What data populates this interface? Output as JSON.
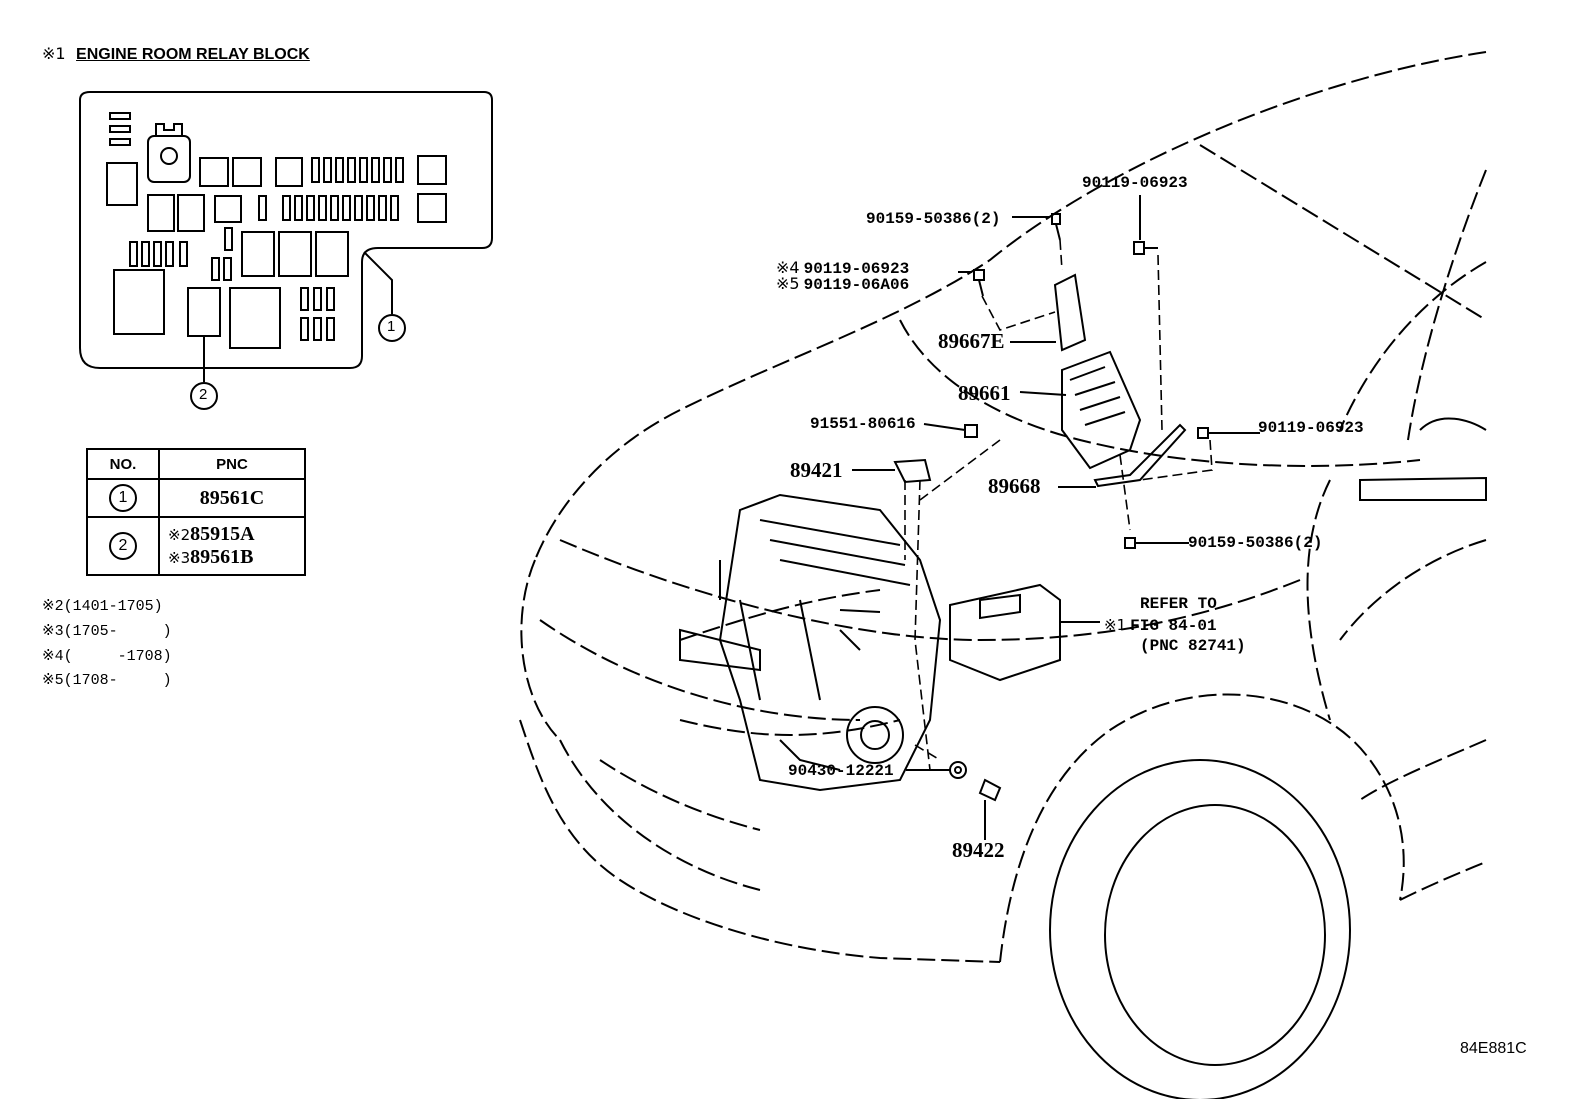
{
  "relay_block": {
    "mark": "※1",
    "title": "ENGINE ROOM RELAY BLOCK",
    "callouts": [
      "1",
      "2"
    ]
  },
  "pnc_table": {
    "headers": [
      "NO.",
      "PNC"
    ],
    "rows": [
      {
        "no": "1",
        "pnc": [
          {
            "mark": "",
            "value": "89561C"
          }
        ]
      },
      {
        "no": "2",
        "pnc": [
          {
            "mark": "※2",
            "value": "85915A"
          },
          {
            "mark": "※3",
            "value": "89561B"
          }
        ]
      }
    ]
  },
  "notes": [
    "※2(1401-1705)",
    "※3(1705-     )",
    "※4(     -1708)",
    "※5(1708-     )"
  ],
  "parts": {
    "p90119_top": "90119-06923",
    "p90159_top": "90159-50386(2)",
    "p4_mark": "※4",
    "p4": "90119-06923",
    "p5_mark": "※5",
    "p5": "90119-06A06",
    "p89667E": "89667E",
    "p89661": "89661",
    "p91551": "91551-80616",
    "p90119_right": "90119-06923",
    "p89421": "89421",
    "p89668": "89668",
    "p90159_bottom": "90159-50386(2)",
    "refer_mark": "※1",
    "refer_line1": "REFER TO",
    "refer_line2": "FIG 84-01",
    "refer_line3": "(PNC 82741)",
    "p90430": "90430-12221",
    "p89422": "89422"
  },
  "figure_code": "84E881C"
}
